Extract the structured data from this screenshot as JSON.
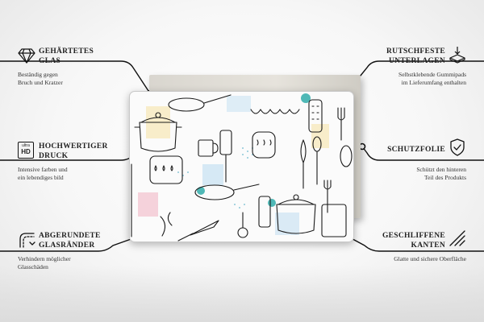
{
  "features": {
    "hardened_glass": {
      "icon": "diamond-icon",
      "title_line1": "GEHÄRTETES",
      "title_line2": "GLAS",
      "desc_line1": "Beständig gegen",
      "desc_line2": "Bruch und Kratzer"
    },
    "hd_print": {
      "icon": "ultra-hd-icon",
      "icon_text_top": "ultra",
      "icon_text_main": "HD",
      "title_line1": "HOCHWERTIGER",
      "title_line2": "DRUCK",
      "desc_line1": "Intensive farben und",
      "desc_line2": "ein lebendiges bild"
    },
    "rounded_edges": {
      "icon": "rounded-corner-icon",
      "title_line1": "ABGERUNDETE",
      "title_line2": "GLASRÄNDER",
      "desc_line1": "Verhindern möglicher",
      "desc_line2": "Glasschäden"
    },
    "anti_slip": {
      "icon": "anti-slip-pad-icon",
      "title_line1": "RUTSCHFESTE",
      "title_line2": "UNTERLAGEN",
      "desc_line1": "Selbstklebende Gummipads",
      "desc_line2": "im Lieferumfang enthalten"
    },
    "protective_film": {
      "icon": "shield-check-icon",
      "title_line1": "SCHUTZFOLIE",
      "desc_line1": "Schützt den hinteren",
      "desc_line2": "Teil des Produkts"
    },
    "polished_edges": {
      "icon": "polished-edge-icon",
      "title_line1": "GESCHLIFFENE",
      "title_line2": "KANTEN",
      "desc_line1": "Glatte und sichere Oberfläche"
    }
  },
  "colors": {
    "line": "#1a1a1a",
    "accent_teal": "#4fb8b6",
    "accent_pink": "#f2b8c6",
    "accent_yellow": "#f6df9a",
    "accent_blue": "#a9d3ee"
  }
}
